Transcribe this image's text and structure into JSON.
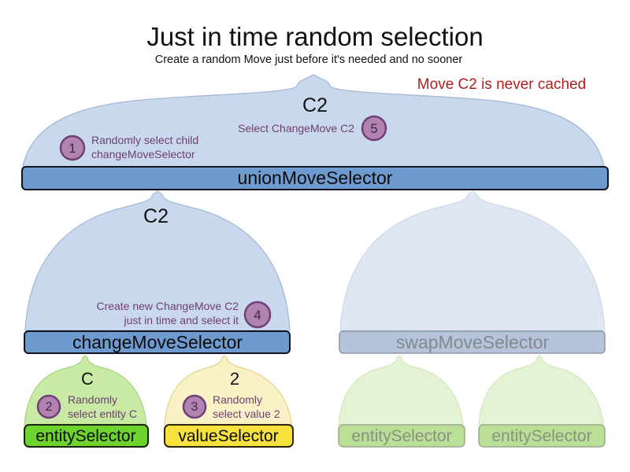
{
  "title": "Just in time random selection",
  "subtitle": "Create a random Move just before it's needed and no sooner",
  "note": "Move C2 is never cached",
  "selectors": {
    "union": {
      "label": "unionMoveSelector",
      "output": "C2"
    },
    "change": {
      "label": "changeMoveSelector",
      "output": "C2"
    },
    "swap": {
      "label": "swapMoveSelector"
    },
    "entity": {
      "label": "entitySelector",
      "output": "C"
    },
    "value": {
      "label": "valueSelector",
      "output": "2"
    },
    "swap_entity_left": {
      "label": "entitySelector"
    },
    "swap_entity_right": {
      "label": "entitySelector"
    }
  },
  "steps": [
    {
      "num": "1",
      "line1": "Randomly select child",
      "line2": "changeMoveSelector"
    },
    {
      "num": "2",
      "line1": "Randomly",
      "line2": "select entity C"
    },
    {
      "num": "3",
      "line1": "Randomly",
      "line2": "select value 2"
    },
    {
      "num": "4",
      "line1": "Create new ChangeMove C2",
      "line2": "just in time and select it"
    },
    {
      "num": "5",
      "line1": "Select ChangeMove C2"
    }
  ],
  "colors": {
    "active_bar_blue": "#6f9ad0",
    "funnel_blue": "#c9d8ec",
    "faded_funnel_blue": "#dfe7f3",
    "faded_bar_blue": "#b5c4db",
    "entity_bar_green": "#6ed32c",
    "value_bar_yellow": "#f6e13e",
    "funnel_green": "#c9eaa4",
    "funnel_yellow": "#faf2c6",
    "faded_funnel_green": "#e3f3d3",
    "faded_bar_green": "#badf97",
    "step_circle_purple": "#b083b1",
    "step_text_purple": "#6e3f73",
    "note_red": "#b01f1f"
  }
}
